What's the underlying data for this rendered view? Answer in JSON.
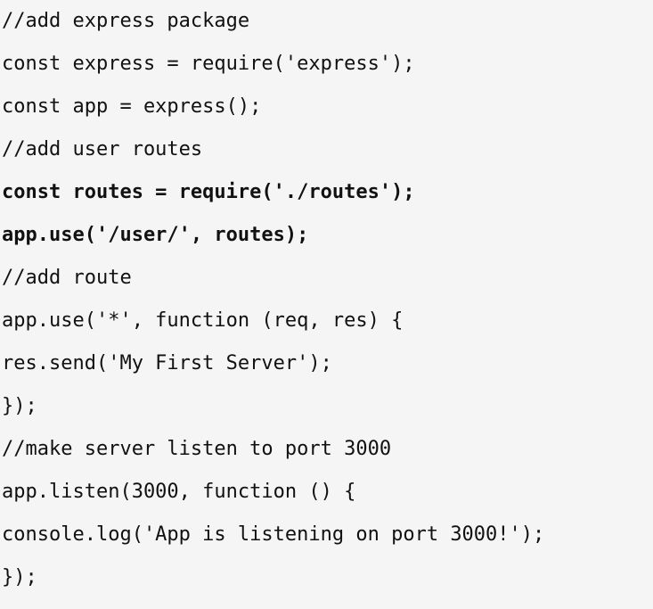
{
  "editor": {
    "language": "javascript",
    "background_color": "#f5f5f5",
    "text_color": "#111111",
    "lines": [
      {
        "text": "//add express package",
        "bold": false
      },
      {
        "text": "const express = require('express');",
        "bold": false
      },
      {
        "text": "const app = express();",
        "bold": false
      },
      {
        "text": "//add user routes",
        "bold": false
      },
      {
        "text": "const routes = require('./routes');",
        "bold": true
      },
      {
        "text": "app.use('/user/', routes);",
        "bold": true
      },
      {
        "text": "//add route",
        "bold": false
      },
      {
        "text": "app.use('*', function (req, res) {",
        "bold": false
      },
      {
        "text": "res.send('My First Server');",
        "bold": false
      },
      {
        "text": "});",
        "bold": false
      },
      {
        "text": "//make server listen to port 3000",
        "bold": false
      },
      {
        "text": "app.listen(3000, function () {",
        "bold": false
      },
      {
        "text": "console.log('App is listening on port 3000!');",
        "bold": false
      },
      {
        "text": "});",
        "bold": false
      }
    ]
  }
}
